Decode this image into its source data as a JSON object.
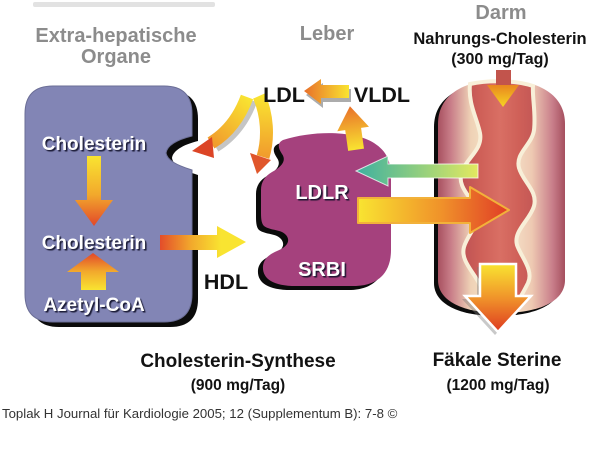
{
  "headings": {
    "extra_hepatic_line1": "Extra-hepatische",
    "extra_hepatic_line2": "Organe",
    "leber": "Leber",
    "darm": "Darm",
    "nahrungs_cholesterin": "Nahrungs-Cholesterin",
    "nahrungs_amount": "(300 mg/Tag)"
  },
  "organ_box": {
    "cholesterin_top": "Cholesterin",
    "cholesterin_bottom": "Cholesterin",
    "azetyl_coa": "Azetyl-CoA"
  },
  "liver_labels": {
    "ldlr": "LDLR",
    "srbi": "SRBI"
  },
  "lipoproteins": {
    "ldl": "LDL",
    "vldl": "VLDL",
    "hdl": "HDL"
  },
  "footer_labels": {
    "cholesterin_synthese": "Cholesterin-Synthese",
    "synthese_amount": "(900 mg/Tag)",
    "faekale_sterine": "Fäkale Sterine",
    "faekale_amount": "(1200 mg/Tag)"
  },
  "citation": "Toplak H Journal für Kardiologie 2005; 12 (Supplementum B): 7-8 ©",
  "colors": {
    "heading_gray": "#8c8c8c",
    "organ_box_fill": "#8285b5",
    "liver_fill": "#a5417d",
    "intestine_inner": "#d06058",
    "arrow_yellow": "#f9e431",
    "arrow_red": "#e2472a",
    "teal_arrow": "#3db0a0"
  }
}
